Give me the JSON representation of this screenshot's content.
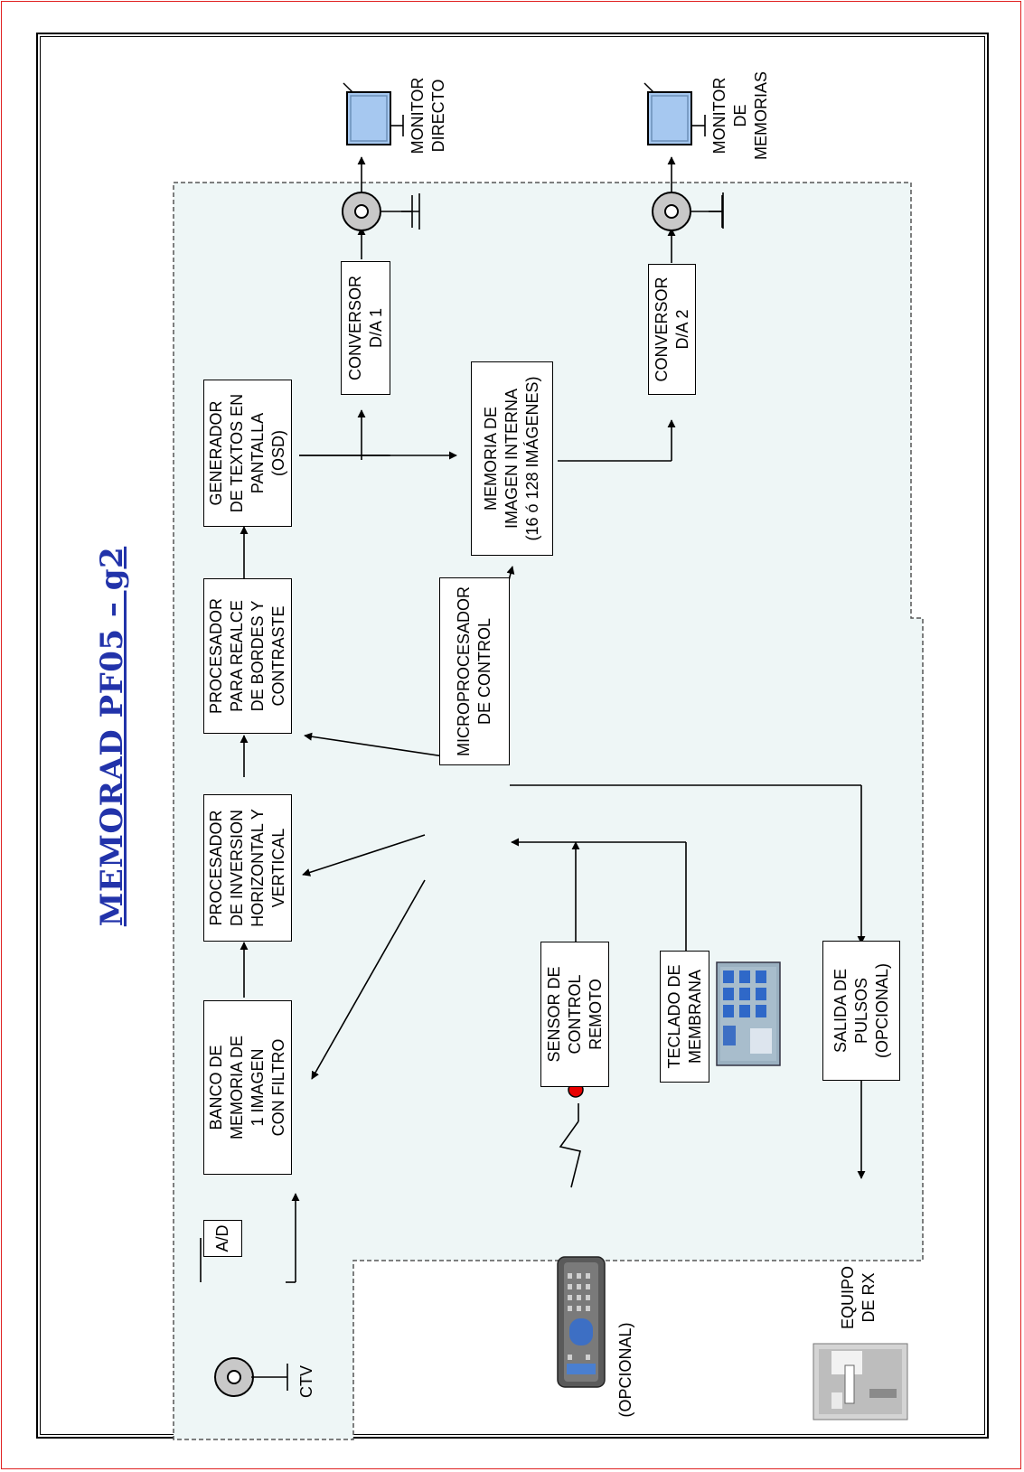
{
  "title": "MEMORAD PF05 – g2",
  "blocks": {
    "ad": "A/D",
    "banco": "BANCO DE\nMEMORIA DE\n1 IMAGEN\nCON FILTRO",
    "inversion": "PROCESADOR\nDE INVERSION\nHORIZONTAL Y\nVERTICAL",
    "realce": "PROCESADOR\nPARA REALCE\nDE BORDES Y\nCONTRASTE",
    "generador": "GENERADOR\nDE TEXTOS EN\nPANTALLA\n(OSD)",
    "conversor1": "CONVERSOR\nD/A 1",
    "memoria": "MEMORIA DE\nIMAGEN INTERNA\n(16 ó 128 IMÁGENES)",
    "conversor2": "CONVERSOR\nD/A 2",
    "micro": "MICROPROCESADOR\nDE CONTROL",
    "sensor": "SENSOR DE\nCONTROL\nREMOTO",
    "teclado": "TECLADO DE\nMEMBRANA",
    "salida": "SALIDA DE\nPULSOS\n(OPCIONAL)"
  },
  "labels": {
    "ctv": "CTV",
    "opcional": "(OPCIONAL)",
    "equipo": "EQUIPO\nDE RX",
    "monitor_directo": "MONITOR\nDIRECTO",
    "monitor_memorias": "MONITOR\nDE\nMEMORIAS"
  },
  "colors": {
    "title": "#2233aa",
    "shaded_area": "#eef6f6",
    "monitor_screen": "#a6c8f0",
    "sensor_dot": "#e80000",
    "frame_border": "#e02020"
  },
  "icons": [
    "bnc-connector-icon",
    "monitor-icon",
    "remote-control-icon",
    "keypad-icon",
    "xray-equipment-icon",
    "ir-signal-icon"
  ]
}
